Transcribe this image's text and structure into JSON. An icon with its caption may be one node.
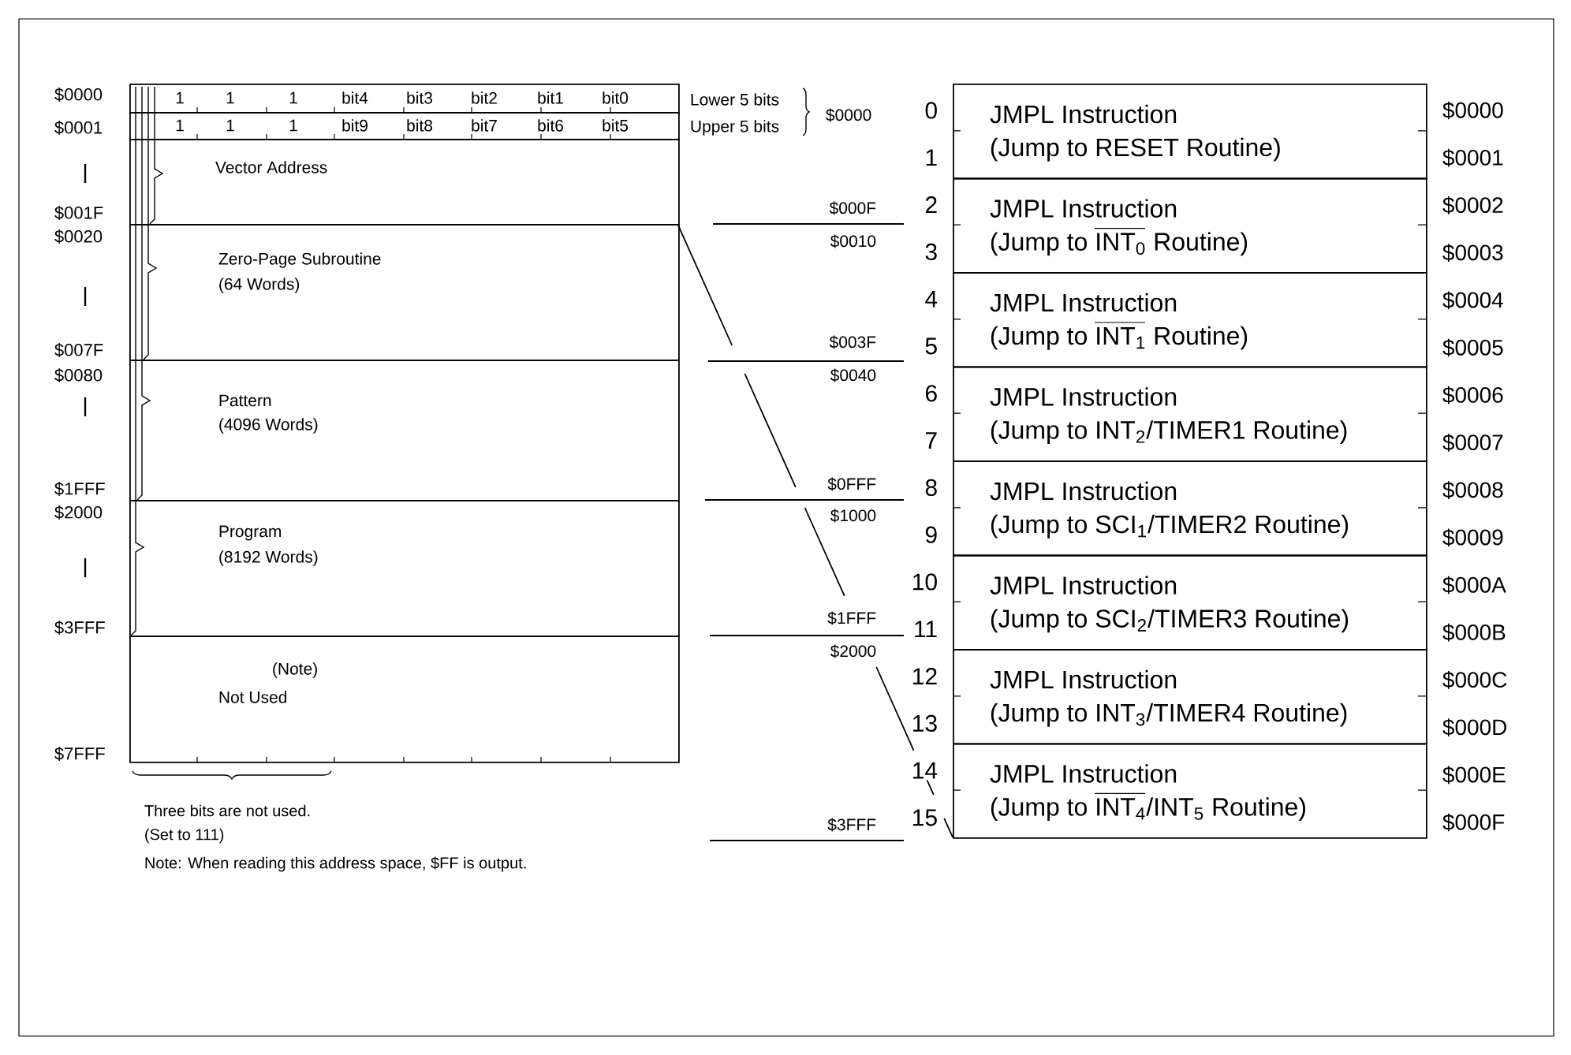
{
  "diagram": {
    "nodes": [
      {
        "text": [
          "1",
          "1",
          "1",
          "bit4",
          "bit3",
          "bit2",
          "bit1",
          "bit0"
        ]
      },
      {
        "text": [
          "1",
          "1",
          "1",
          "bit9",
          "bit8",
          "bit7",
          "bit6",
          "bit5"
        ]
      },
      {
        "text": [
          "Vector Address"
        ]
      },
      {
        "text": [
          "Zero-Page Subroutine",
          "(64 Words)"
        ]
      },
      {
        "text": [
          "Pattern",
          "(4096 Words)"
        ]
      },
      {
        "text": [
          "Program",
          "(8192 Words)"
        ]
      },
      {
        "text": [
          "(Note)",
          "Not Used"
        ]
      },
      {
        "text": [
          "JMPL Instruction",
          "(Jump to RESET Routine)"
        ]
      },
      {
        "text": [
          "JMPL Instruction",
          "(Jump to INT$_{0}$ Routine)"
        ]
      },
      {
        "text": [
          "JMPL Instruction",
          "(Jump to INT$_{1}$ Routine)"
        ]
      },
      {
        "text": [
          "JMPL Instruction",
          "(Jump to INT$_{2}$/TIMER1 Routine)"
        ]
      },
      {
        "text": [
          "JMPL Instruction",
          "(Jump to SCI$_{1}$/TIMER2 Routine)"
        ]
      },
      {
        "text": [
          "JMPL Instruction",
          "(Jump to SCI$_{2}$/TIMER3 Routine)"
        ]
      },
      {
        "text": [
          "JMPL Instruction",
          "(Jump to INT$_{3}$/TIMER4 Routine)"
        ]
      },
      {
        "text": [
          "JMPL Instruction",
          "(Jump to INT$_{4}$/INT$_{5}$ Routine)"
        ]
      }
    ],
    "labels": [
      "$0000",
      "$0001",
      "$001F",
      "$0020",
      "$007F",
      "$0080",
      "$1FFF",
      "$2000",
      "$3FFF",
      "$7FFF",
      "Lower 5 bits",
      "Upper 5 bits",
      "$0000",
      "$000F",
      "$0010",
      "$003F",
      "$0040",
      "$0FFF",
      "$1000",
      "$1FFF",
      "$2000",
      "$3FFF",
      "0",
      "1",
      "2",
      "3",
      "4",
      "5",
      "6",
      "7",
      "8",
      "9",
      "10",
      "11",
      "12",
      "13",
      "14",
      "15",
      "$0000",
      "$0001",
      "$0002",
      "$0003",
      "$0004",
      "$0005",
      "$0006",
      "$0007",
      "$0008",
      "$0009",
      "$000A",
      "$000B",
      "$000C",
      "$000D",
      "$000E",
      "$000F",
      "Three bits are not used.",
      "(Set to 111)",
      "Note: When reading this address space, $FF is output."
    ]
  }
}
